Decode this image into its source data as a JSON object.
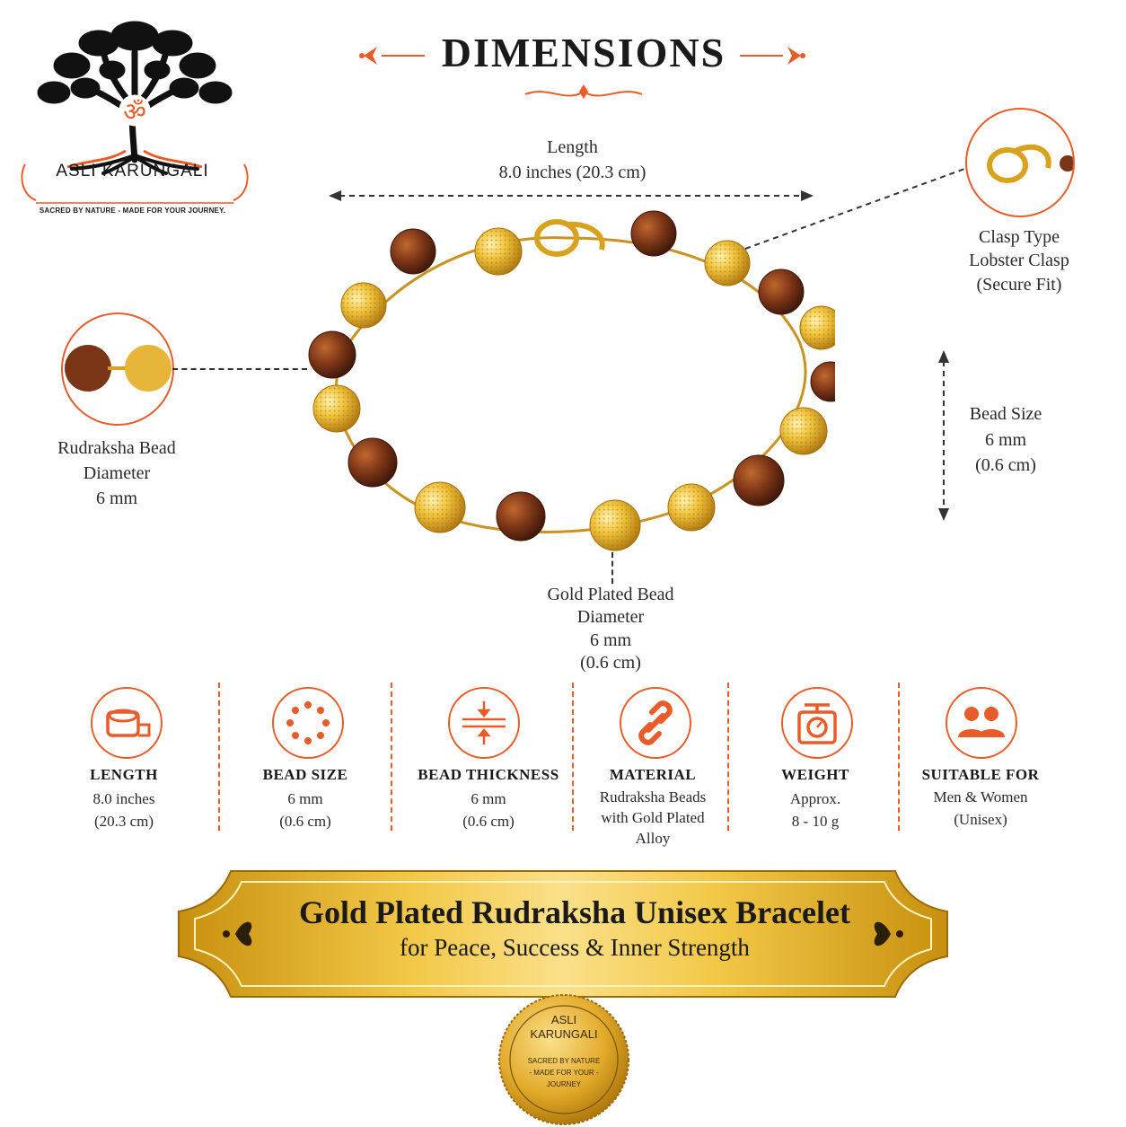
{
  "brand": {
    "name": "ASLI KARUNGALI",
    "tagline": "SACRED BY NATURE - MADE FOR YOUR JOURNEY.",
    "logo_icon": "tree-om-icon"
  },
  "header": {
    "title": "DIMENSIONS"
  },
  "callouts": {
    "length": {
      "label": "Length",
      "value": "8.0 inches (20.3 cm)"
    },
    "clasp": {
      "line1": "Clasp Type",
      "line2": "Lobster Clasp",
      "line3": "(Secure Fit)"
    },
    "rudraksha": {
      "line1": "Rudraksha Bead",
      "line2": "Diameter",
      "line3": "6 mm"
    },
    "bead_size": {
      "line1": "Bead Size",
      "line2": "6 mm",
      "line3": "(0.6 cm)"
    },
    "gold_bead": {
      "line1": "Gold Plated Bead",
      "line2": "Diameter",
      "line3": "6 mm",
      "line4": "(0.6 cm)"
    }
  },
  "features": [
    {
      "icon": "tape-measure-icon",
      "title": "LENGTH",
      "line1": "8.0 inches",
      "line2": "(20.3 cm)",
      "line3": ""
    },
    {
      "icon": "bead-ring-icon",
      "title": "BEAD SIZE",
      "line1": "6 mm",
      "line2": "(0.6 cm)",
      "line3": ""
    },
    {
      "icon": "thickness-icon",
      "title": "BEAD THICKNESS",
      "line1": "6 mm",
      "line2": "(0.6 cm)",
      "line3": ""
    },
    {
      "icon": "chain-link-icon",
      "title": "MATERIAL",
      "line1": "Rudraksha Beads",
      "line2": "with Gold Plated",
      "line3": "Alloy"
    },
    {
      "icon": "weighing-scale-icon",
      "title": "WEIGHT",
      "line1": "Approx.",
      "line2": "8 - 10 g",
      "line3": ""
    },
    {
      "icon": "users-icon",
      "title": "SUITABLE FOR",
      "line1": "Men & Women",
      "line2": "(Unisex)",
      "line3": ""
    }
  ],
  "banner": {
    "title": "Gold Plated Rudraksha Unisex Bracelet",
    "subtitle": "for Peace, Success & Inner Strength"
  },
  "seal": {
    "name_line1": "ASLI",
    "name_line2": "KARUNGALI",
    "tag_line1": "SACRED BY NATURE",
    "tag_line2": "- MADE FOR YOUR -",
    "tag_line3": "JOURNEY"
  },
  "colors": {
    "accent": "#e85c2a",
    "gold": "#d9a21e",
    "rudraksha": "#7a3416",
    "text": "#2a2a2a"
  }
}
